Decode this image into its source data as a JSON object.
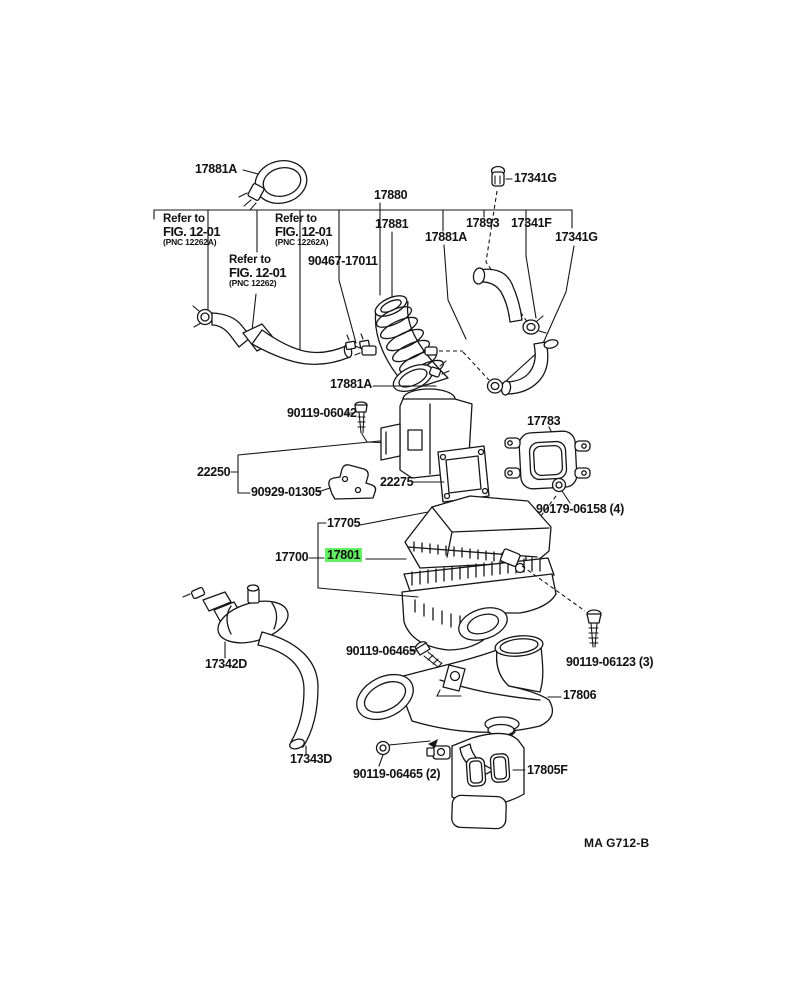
{
  "diagram": {
    "type": "parts-diagram",
    "footer_code": "MA G712-B",
    "highlight_color": "#62ef62",
    "line_color": "#161616",
    "labels": {
      "clamp_top_left": "17881A",
      "refer_a1_l1": "Refer to",
      "refer_a1_l2": "FIG. 12-01",
      "refer_a1_l3": "(PNC 12262A)",
      "refer_a2_l1": "Refer to",
      "refer_a2_l2": "FIG. 12-01",
      "refer_a2_l3": "(PNC 12262A)",
      "refer_b_l1": "Refer to",
      "refer_b_l2": "FIG. 12-01",
      "refer_b_l3": "(PNC 12262)",
      "clip_90467": "90467-17011",
      "hose_assy_17880": "17880",
      "hose_17881": "17881",
      "clamp_17881a_right": "17881A",
      "hose_17893": "17893",
      "hose_17341f": "17341F",
      "clamp_17341g_right": "17341G",
      "clamp_17341g_top": "17341G",
      "clamp_17881a_mid": "17881A",
      "bolt_90119_06042": "90119-06042",
      "bracket_22250": "22250",
      "stay_90929_01305": "90929-01305",
      "meter_22275": "22275",
      "bracket_17783": "17783",
      "nut_90179_06158": "90179-06158 (4)",
      "cap_17705": "17705",
      "cleaner_17700": "17700",
      "element_17801": "17801",
      "valve_17342d": "17342D",
      "bolt_90119_06465": "90119-06465",
      "bolt_90119_06123": "90119-06123 (3)",
      "duct_17806": "17806",
      "hose_17343d": "17343D",
      "nut_90119_06465_2": "90119-06465 (2)",
      "resonator_17805f": "17805F"
    }
  }
}
